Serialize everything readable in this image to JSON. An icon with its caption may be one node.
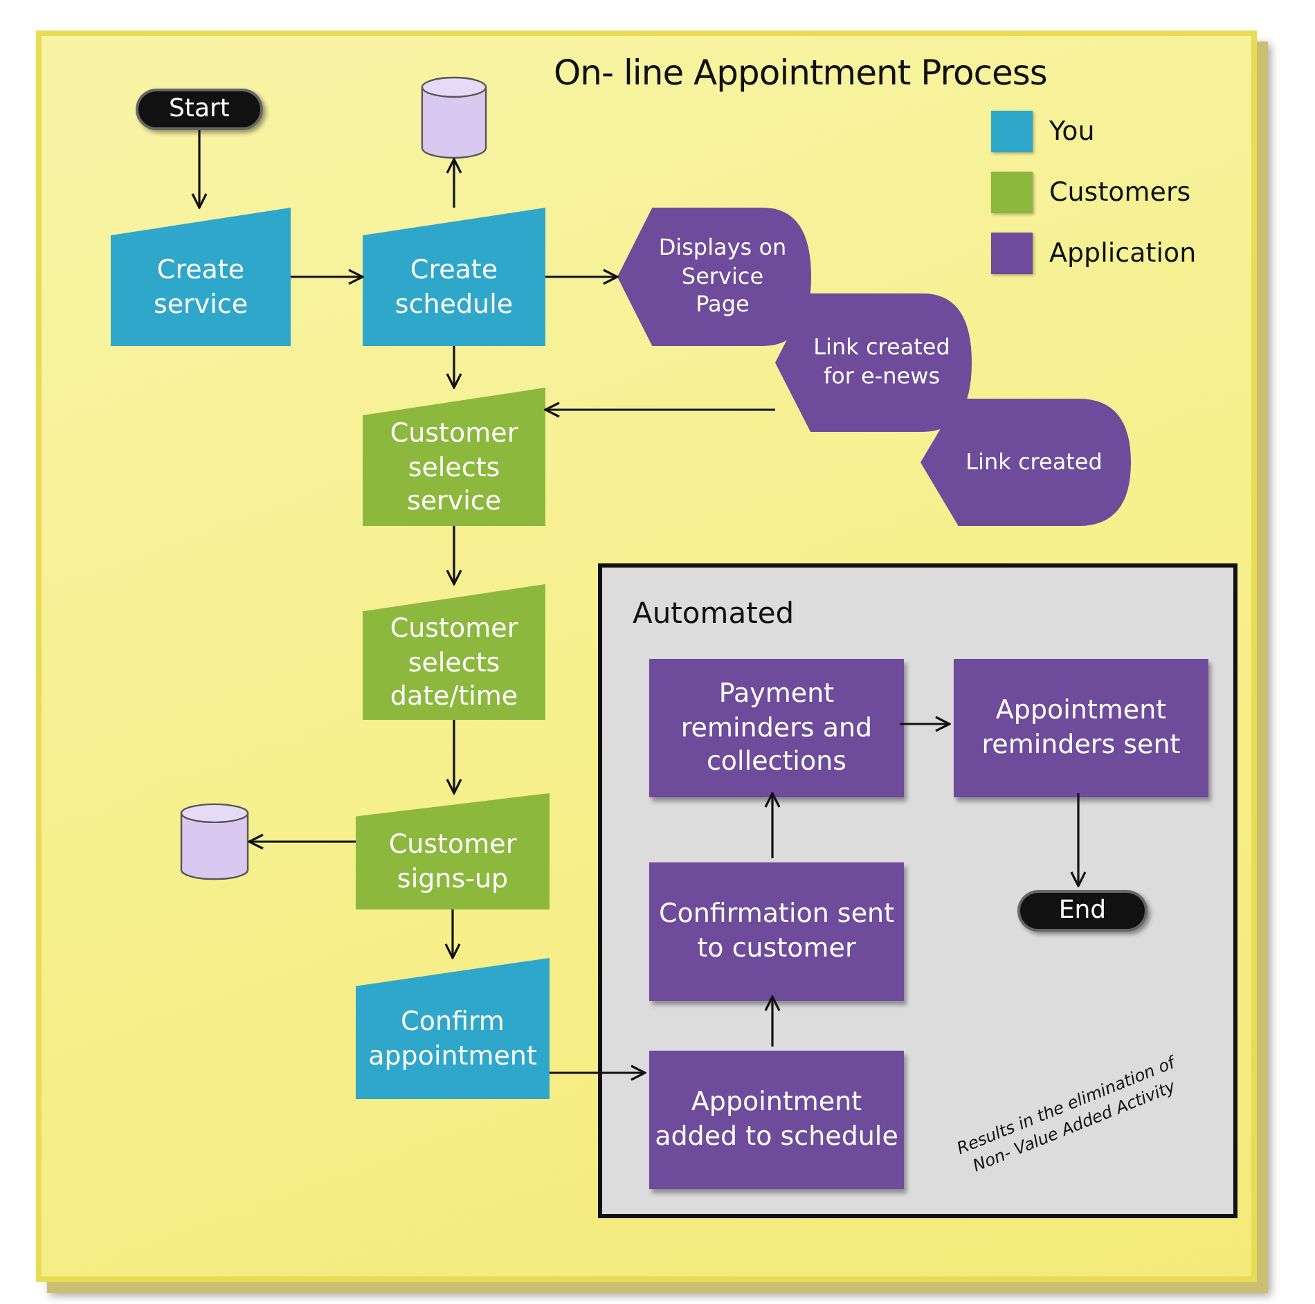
{
  "diagram": {
    "title": "On- line Appointment Process",
    "nodes": [
      {
        "text": [
          "Start"
        ]
      },
      {
        "text": [
          "Create service"
        ]
      },
      {
        "text": [
          "Create schedule"
        ]
      },
      {
        "text": [],
        "shape": "cylinder"
      },
      {
        "text": [
          "Displays on Service Page"
        ]
      },
      {
        "text": [
          "Link created for e-news"
        ]
      },
      {
        "text": [
          "Link created"
        ]
      },
      {
        "text": [
          "Customer selects service"
        ]
      },
      {
        "text": [
          "Customer selects date/time"
        ]
      },
      {
        "text": [],
        "shape": "cylinder"
      },
      {
        "text": [
          "Customer signs-up"
        ]
      },
      {
        "text": [
          "Confirm appointment"
        ]
      },
      {
        "text": [
          "Automated"
        ]
      },
      {
        "text": [
          "Payment reminders and collections"
        ],
        "in": 12
      },
      {
        "text": [
          "Appointment reminders sent"
        ],
        "in": 12
      },
      {
        "text": [
          "Confirmation sent to customer"
        ],
        "in": 12
      },
      {
        "text": [
          "Appointment added to schedule"
        ],
        "in": 12
      },
      {
        "text": [
          "End"
        ],
        "in": 12
      }
    ],
    "edges": [
      {
        "from": 0,
        "to": 1,
        "arrow": "to"
      },
      {
        "from": 1,
        "to": 2,
        "arrow": "to"
      },
      {
        "from": 2,
        "to": 3,
        "arrow": "to"
      },
      {
        "from": 2,
        "to": 4,
        "arrow": "to"
      },
      {
        "from": 2,
        "to": 7,
        "arrow": "to"
      },
      {
        "from": 5,
        "to": 7,
        "arrow": "to"
      },
      {
        "from": 7,
        "to": 8,
        "arrow": "to"
      },
      {
        "from": 8,
        "to": 10,
        "arrow": "to"
      },
      {
        "from": 10,
        "to": 9,
        "arrow": "to"
      },
      {
        "from": 10,
        "to": 11,
        "arrow": "to"
      },
      {
        "from": 11,
        "to": 16,
        "arrow": "to"
      },
      {
        "from": 16,
        "to": 15,
        "arrow": "to"
      },
      {
        "from": 15,
        "to": 13,
        "arrow": "to"
      },
      {
        "from": 13,
        "to": 14,
        "arrow": "to"
      },
      {
        "from": 14,
        "to": 17,
        "arrow": "to"
      }
    ],
    "labels": [
      "Results in the elimination of Non- Value Added Activity"
    ],
    "legend": [
      {
        "text": "You",
        "color": "#2ea7cb"
      },
      {
        "text": "Customers",
        "color": "#8cb83e"
      },
      {
        "text": "Application",
        "color": "#6e4b9b"
      }
    ]
  }
}
